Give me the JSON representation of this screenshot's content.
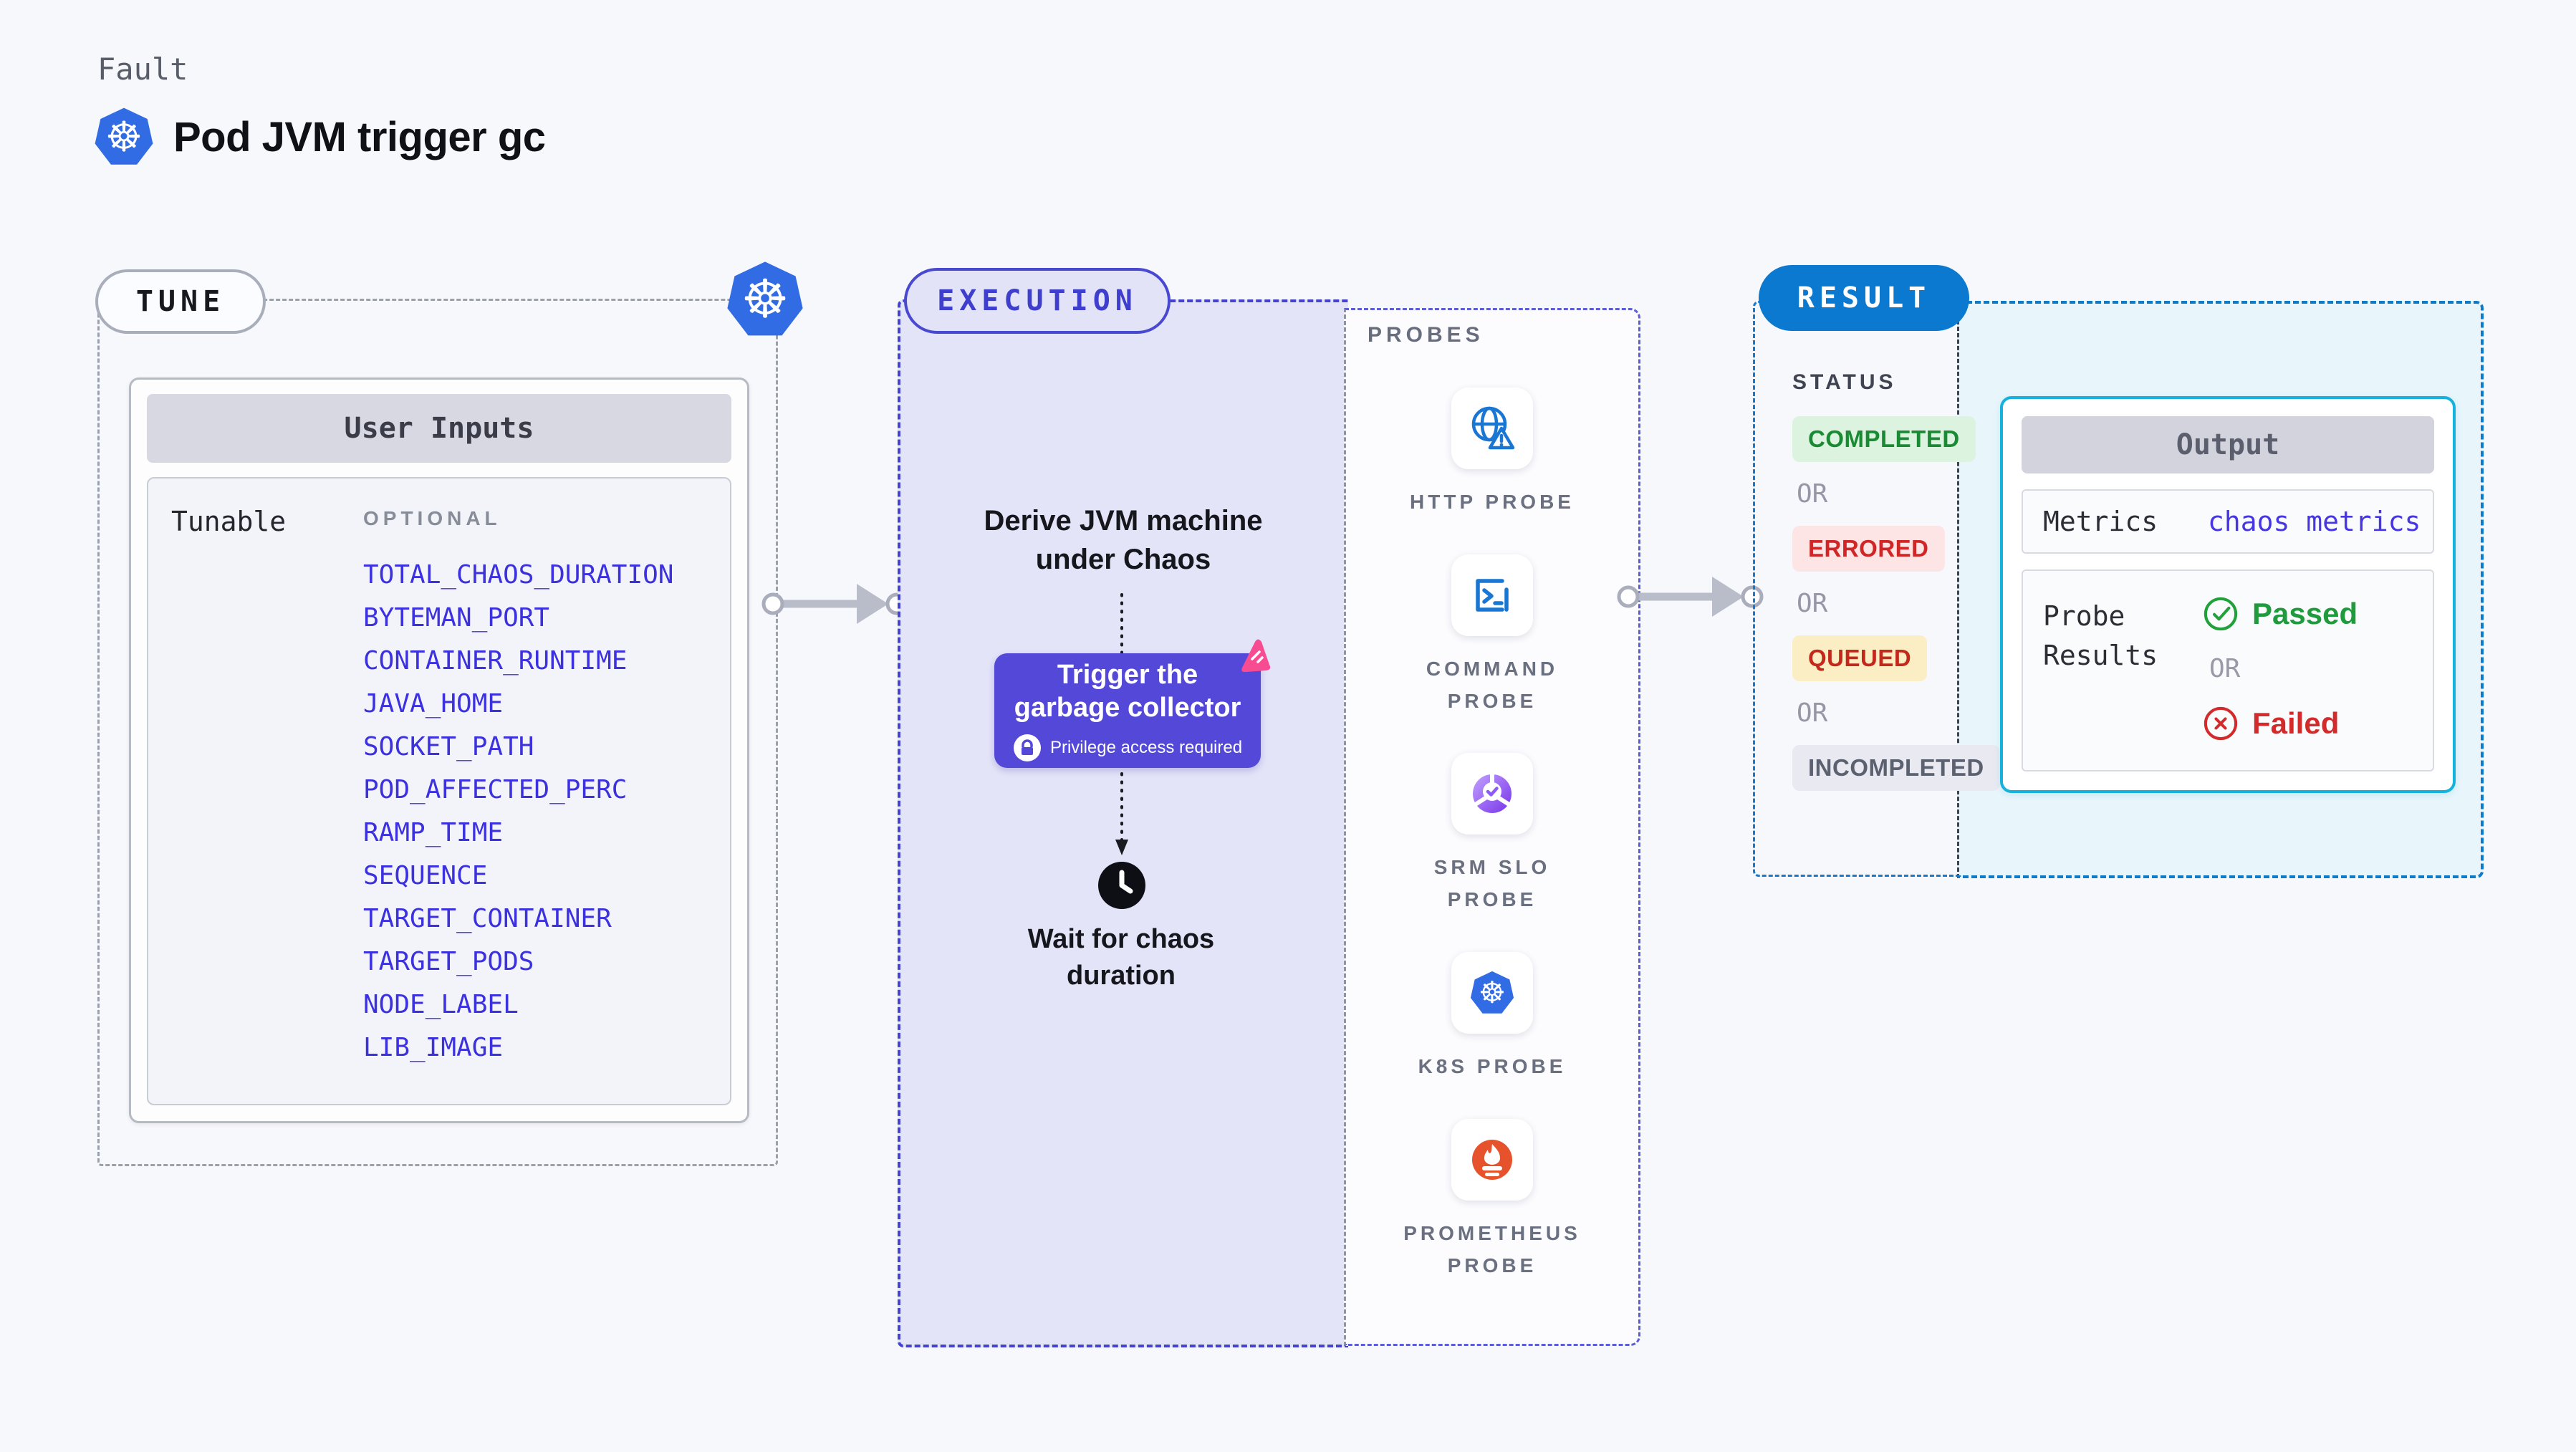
{
  "page": {
    "kicker": "Fault",
    "title": "Pod JVM trigger gc"
  },
  "tune": {
    "label": "TUNE",
    "card_title": "User Inputs",
    "row_label": "Tunable",
    "col_header": "OPTIONAL",
    "env_vars": [
      "TOTAL_CHAOS_DURATION",
      "BYTEMAN_PORT",
      "CONTAINER_RUNTIME",
      "JAVA_HOME",
      "SOCKET_PATH",
      "POD_AFFECTED_PERC",
      "RAMP_TIME",
      "SEQUENCE",
      "TARGET_CONTAINER",
      "TARGET_PODS",
      "NODE_LABEL",
      "LIB_IMAGE"
    ],
    "link_color": "#3c31de"
  },
  "execution": {
    "label": "EXECUTION",
    "derive_text": "Derive JVM machine under Chaos",
    "action_title": "Trigger the garbage collector",
    "action_note": "Privilege access required",
    "wait_text": "Wait for chaos duration",
    "panel_color": "#e4e4f9",
    "action_color": "#5348d8"
  },
  "probes": {
    "label": "PROBES",
    "items": [
      {
        "name": "HTTP PROBE",
        "icon": "globe-alert-icon"
      },
      {
        "name": "COMMAND PROBE",
        "icon": "terminal-icon"
      },
      {
        "name": "SRM SLO PROBE",
        "icon": "slo-donut-check-icon"
      },
      {
        "name": "K8S PROBE",
        "icon": "kubernetes-icon"
      },
      {
        "name": "PROMETHEUS PROBE",
        "icon": "prometheus-flame-icon"
      }
    ]
  },
  "result": {
    "label": "RESULT",
    "status_label": "STATUS",
    "or_label": "OR",
    "statuses": [
      {
        "label": "COMPLETED",
        "style": "color:#1a8a34;background:#dcf3e0"
      },
      {
        "label": "ERRORED",
        "style": "color:#d02626;background:#fde5e5"
      },
      {
        "label": "QUEUED",
        "style": "color:#c3281c;background:#fbeec5"
      },
      {
        "label": "INCOMPLETED",
        "style": "color:#5c6170;background:#e9eaf1"
      }
    ],
    "output": {
      "title": "Output",
      "metrics_label": "Metrics",
      "metrics_value": "chaos metrics",
      "probe_results_label": "Probe Results",
      "passed_label": "Passed",
      "failed_label": "Failed",
      "passed_color": "#1f9a3d",
      "failed_color": "#d32b2b"
    }
  }
}
